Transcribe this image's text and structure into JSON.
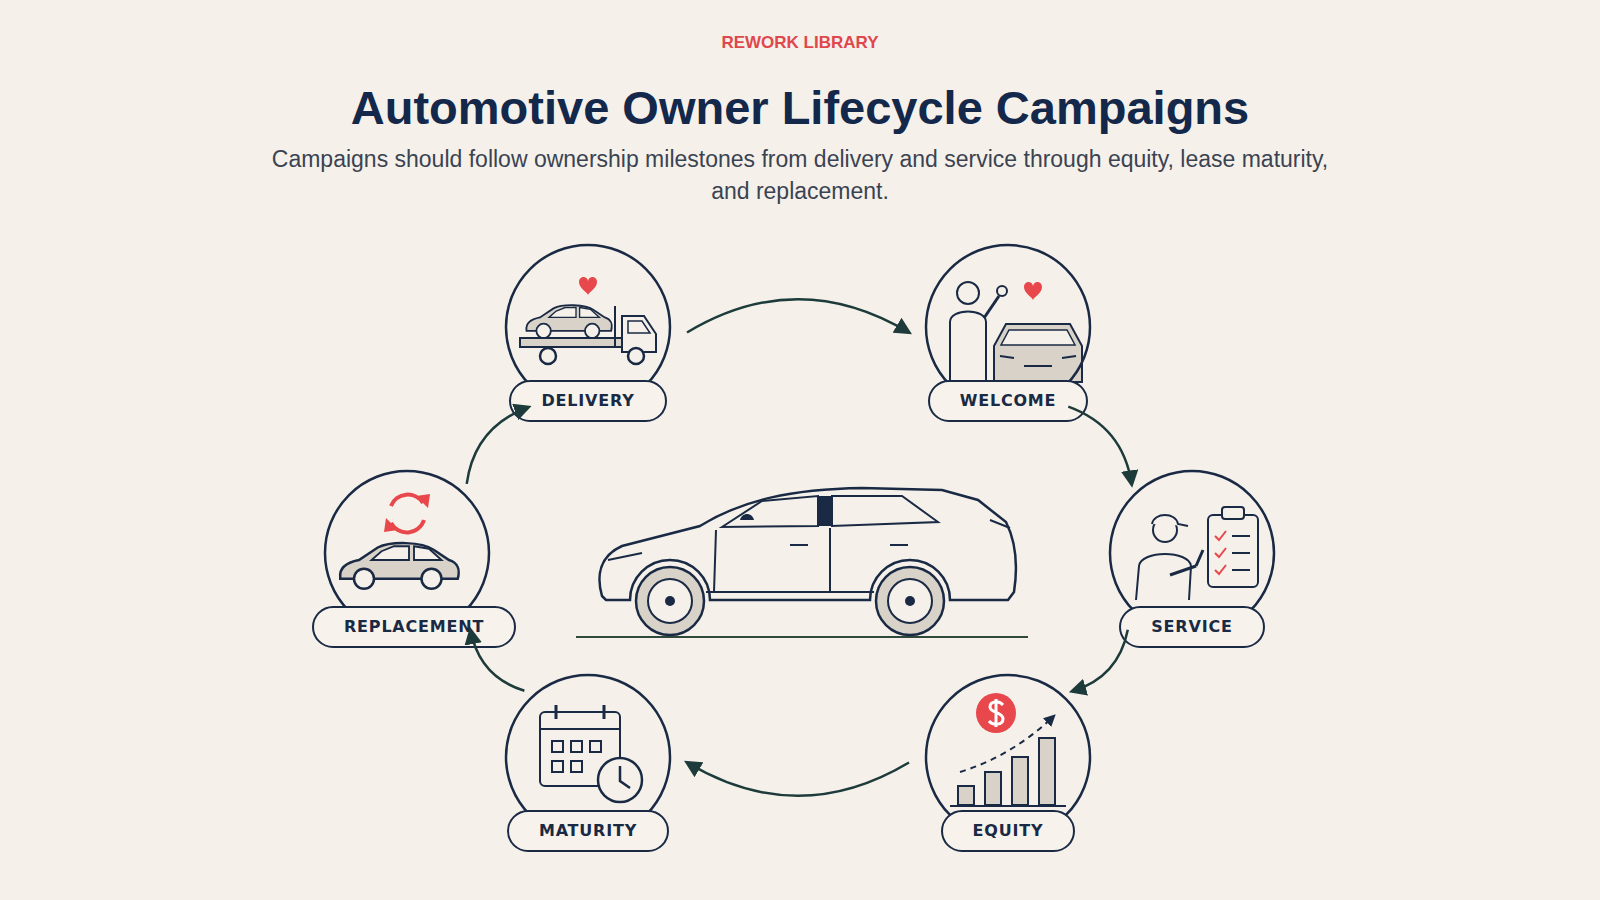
{
  "diagram": {
    "title": "Automotive Owner Lifecycle Campaigns",
    "caption": "Campaigns should follow ownership milestones from delivery and service through equity, lease maturity, and replacement.",
    "nodes": [
      {
        "text": [
          "DELIVERY"
        ]
      },
      {
        "text": [
          "WELCOME"
        ]
      },
      {
        "text": [
          "SERVICE"
        ]
      },
      {
        "text": [
          "EQUITY"
        ]
      },
      {
        "text": [
          "MATURITY"
        ]
      },
      {
        "text": [
          "REPLACEMENT"
        ]
      }
    ],
    "edges": [
      {
        "from": 0,
        "to": 1,
        "arrow": "to"
      },
      {
        "from": 1,
        "to": 2,
        "arrow": "to"
      },
      {
        "from": 2,
        "to": 3,
        "arrow": "to"
      },
      {
        "from": 3,
        "to": 4,
        "arrow": "to"
      },
      {
        "from": 4,
        "to": 5,
        "arrow": "to"
      },
      {
        "from": 5,
        "to": 0,
        "arrow": "to"
      }
    ],
    "labels": [
      "REWORK LIBRARY"
    ]
  }
}
